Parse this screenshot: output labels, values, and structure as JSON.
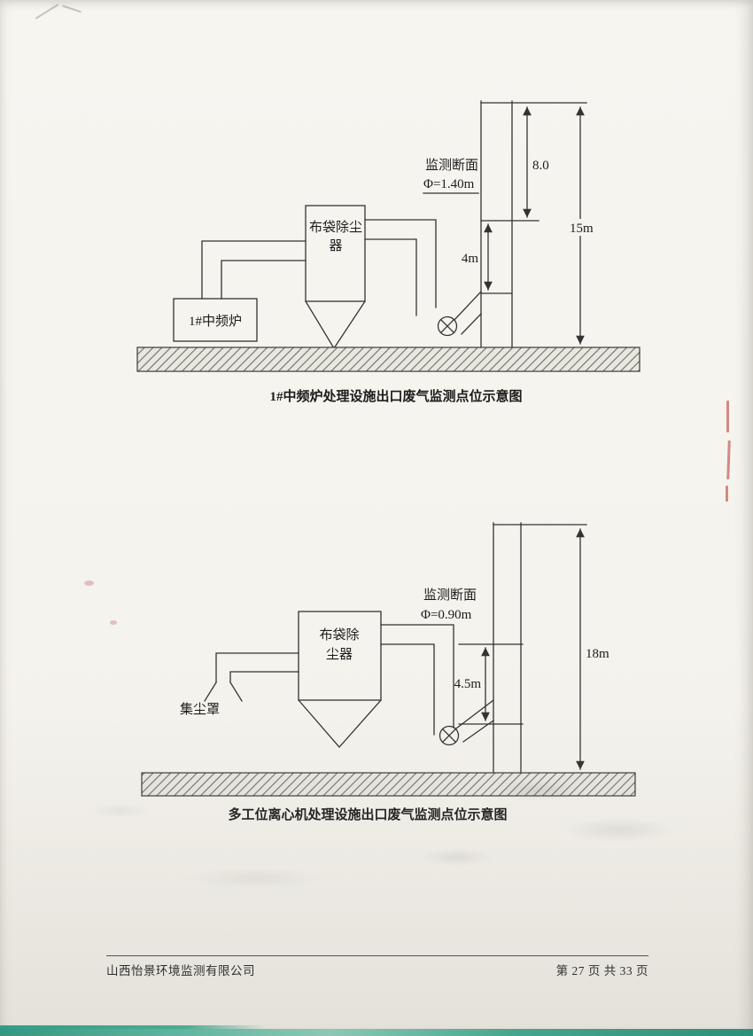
{
  "colors": {
    "paper": "#f6f4ee",
    "ink": "#333333",
    "text": "#1c1c1c",
    "scan_edge_teal": "#2f9f85",
    "scan_mark_red": "#c0504d"
  },
  "diagrams": [
    {
      "caption": "1#中频炉处理设施出口废气监测点位示意图",
      "monitor_label": "监测断面",
      "diameter_label": "Φ=1.40m",
      "dim_top": "8.0",
      "dim_port_height": "4m",
      "dim_stack_height": "15m",
      "collector_label_line1": "布袋除尘",
      "collector_label_line2": "器",
      "source_label": "1#中频炉"
    },
    {
      "caption": "多工位离心机处理设施出口废气监测点位示意图",
      "monitor_label": "监测断面",
      "diameter_label": "Φ=0.90m",
      "dim_port_height": "4.5m",
      "dim_stack_height": "18m",
      "collector_label_line1": "布袋除",
      "collector_label_line2": "尘器",
      "source_label": "集尘罩"
    }
  ],
  "footer": {
    "company": "山西怡景环境监测有限公司",
    "page_info": "第 27 页 共 33 页"
  }
}
